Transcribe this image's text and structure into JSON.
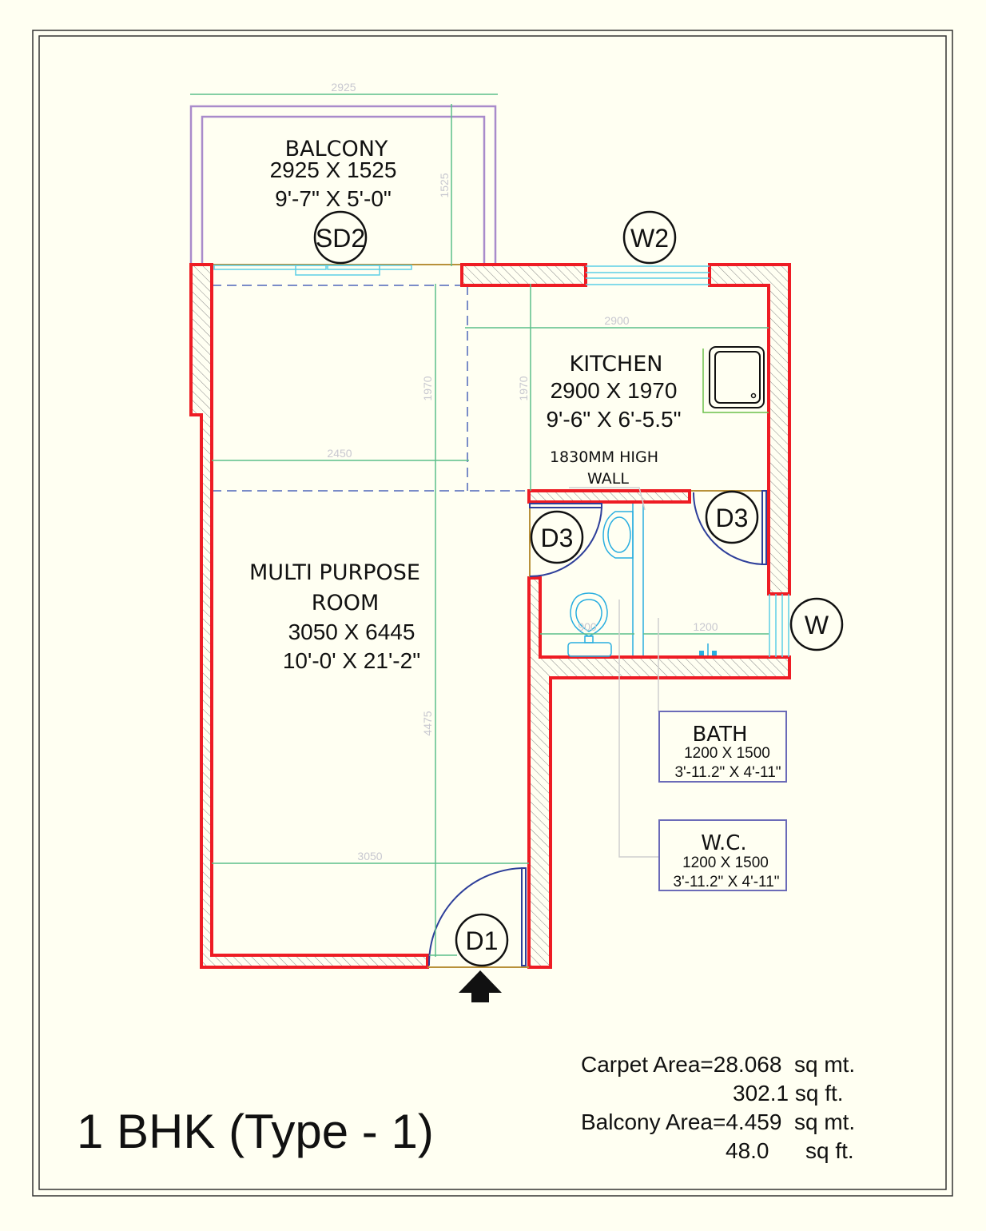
{
  "title": "1 BHK (Type - 1)",
  "rooms": {
    "balcony": {
      "name": "BALCONY",
      "size_mm": "2925 X 1525",
      "size_ft": "9'-7\" X 5'-0\""
    },
    "kitchen": {
      "name": "KITCHEN",
      "size_mm": "2900 X 1970",
      "size_ft": "9'-6\" X 6'-5.5\""
    },
    "multipurpose": {
      "name_line1": "MULTI PURPOSE",
      "name_line2": "ROOM",
      "size_mm": "3050 X 6445",
      "size_ft": "10'-0' X 21'-2\""
    },
    "bath": {
      "name": "BATH",
      "size_mm": "1200 X 1500",
      "size_ft": "3'-11.2\" X 4'-11\""
    },
    "wc": {
      "name": "W.C.",
      "size_mm": "1200 X 1500",
      "size_ft": "3'-11.2\" X 4'-11\""
    }
  },
  "note": {
    "line1": "1830MM HIGH",
    "line2": "WALL"
  },
  "tags": {
    "sd2": "SD2",
    "w2": "W2",
    "d3a": "D3",
    "d3b": "D3",
    "w": "W",
    "d1": "D1"
  },
  "dimensions": {
    "balcony_w": "2925",
    "balcony_h": "1525",
    "kitchen_w": "2900",
    "kitchen_h": "1970",
    "room_h_upper": "1970",
    "room_w_upper": "2450",
    "room_h_lower": "4475",
    "room_w_lower": "3050",
    "wc_w": "900",
    "bath_w": "1200"
  },
  "areas": {
    "carpet_label": "Carpet Area=28.068  sq mt.",
    "carpet_sqft": "302.1 sq ft.",
    "balcony_label": "Balcony Area=4.459  sq mt.",
    "balcony_sqft_value": "48.0",
    "balcony_sqft_unit": "sq ft."
  },
  "colors": {
    "background": "#fffff2",
    "wall": "#ee1c24",
    "dimension": "#5cbf8a",
    "door": "#2e3f9a",
    "fixture": "#29aee0"
  }
}
